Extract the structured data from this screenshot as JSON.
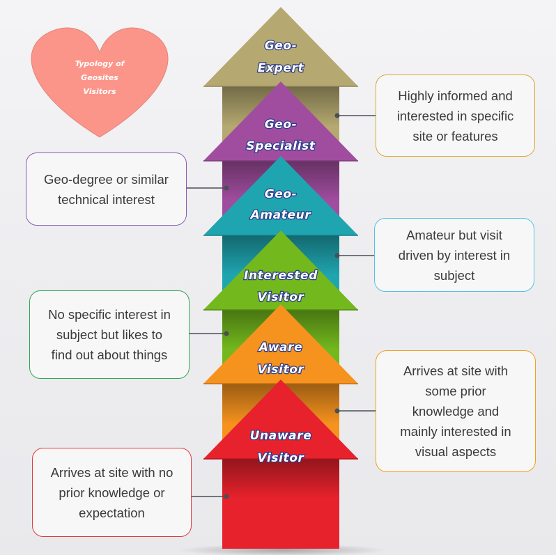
{
  "heart": {
    "title": [
      "Typology of",
      "Geosites",
      "Visitors"
    ],
    "color": "#fb958a"
  },
  "arrows": [
    {
      "id": "geo-expert",
      "label": [
        "Geo-",
        "Expert"
      ],
      "color": "#b5a870",
      "shade": "#8f845a"
    },
    {
      "id": "geo-specialist",
      "label": [
        "Geo-",
        "Specialist"
      ],
      "color": "#a14d9f",
      "shade": "#7d3a7c"
    },
    {
      "id": "geo-amateur",
      "label": [
        "Geo-",
        "Amateur"
      ],
      "color": "#1fa5b0",
      "shade": "#157b84"
    },
    {
      "id": "interested-visitor",
      "label": [
        "Interested",
        "Visitor"
      ],
      "color": "#73b91d",
      "shade": "#558a14"
    },
    {
      "id": "aware-visitor",
      "label": [
        "Aware",
        "Visitor"
      ],
      "color": "#f6921e",
      "shade": "#c06e10"
    },
    {
      "id": "unaware-visitor",
      "label": [
        "Unaware",
        "Visitor"
      ],
      "color": "#e8222c",
      "shade": "#b5141c"
    }
  ],
  "descriptions": [
    {
      "id": "geo-expert",
      "lines": [
        "Highly informed and",
        "interested in specific",
        "site or features"
      ],
      "border": "#d9a733"
    },
    {
      "id": "geo-specialist",
      "lines": [
        "Geo-degree or similar",
        "technical interest"
      ],
      "border": "#8a5bb0"
    },
    {
      "id": "geo-amateur",
      "lines": [
        "Amateur but visit",
        "driven by interest in",
        "subject"
      ],
      "border": "#4fc3e0"
    },
    {
      "id": "interested-visitor",
      "lines": [
        "No specific interest in",
        "subject but likes to",
        "find out about things"
      ],
      "border": "#2fa84f"
    },
    {
      "id": "aware-visitor",
      "lines": [
        "Arrives at site with",
        "some prior",
        "knowledge and",
        "mainly interested in",
        "visual aspects"
      ],
      "border": "#f0a020"
    },
    {
      "id": "unaware-visitor",
      "lines": [
        "Arrives at site with no",
        "prior knowledge or",
        "expectation"
      ],
      "border": "#e23a3a"
    }
  ],
  "connector_color": "#4a4f56"
}
